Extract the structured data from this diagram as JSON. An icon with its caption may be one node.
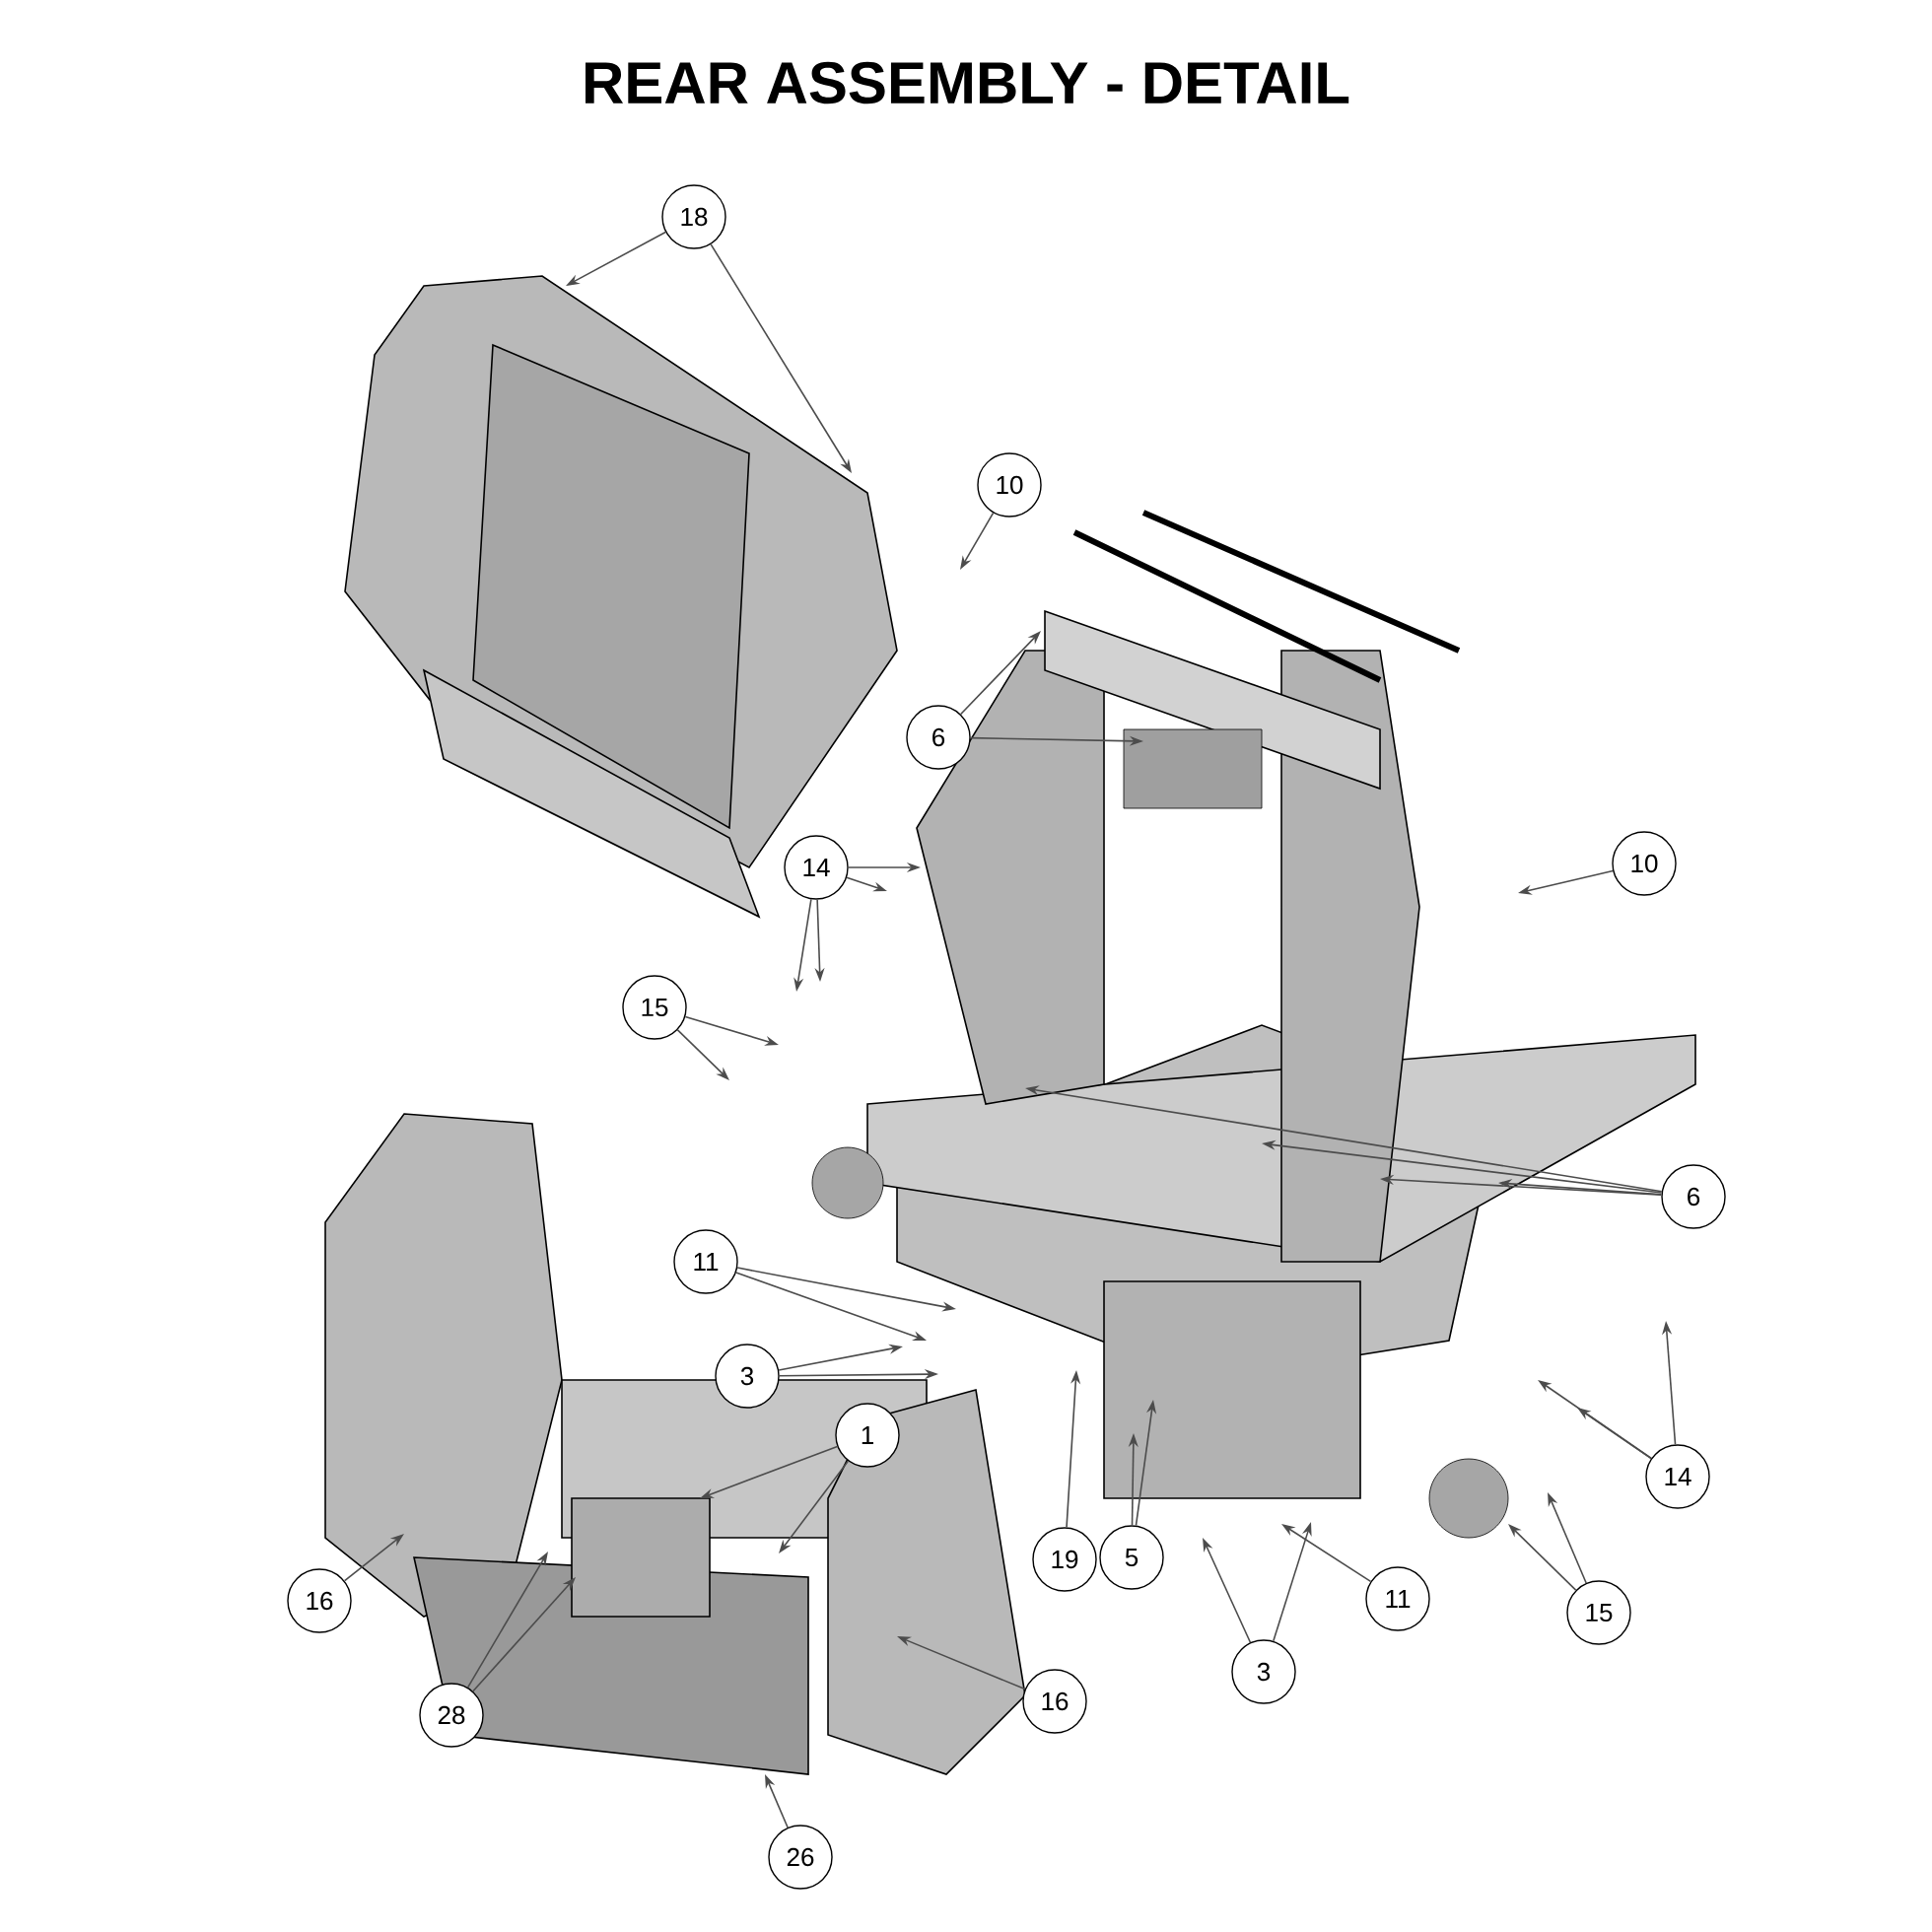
{
  "diagram": {
    "title": "REAR ASSEMBLY - DETAIL",
    "nodes": [
      {
        "text": [
          "18"
        ]
      },
      {
        "text": [
          "10"
        ]
      },
      {
        "text": [
          "6"
        ]
      },
      {
        "text": [
          "10"
        ]
      },
      {
        "text": [
          "14"
        ]
      },
      {
        "text": [
          "15"
        ]
      },
      {
        "text": [
          "6"
        ]
      },
      {
        "text": [
          "11"
        ]
      },
      {
        "text": [
          "3"
        ]
      },
      {
        "text": [
          "1"
        ]
      },
      {
        "text": [
          "14"
        ]
      },
      {
        "text": [
          "19"
        ]
      },
      {
        "text": [
          "5"
        ]
      },
      {
        "text": [
          "11"
        ]
      },
      {
        "text": [
          "16"
        ]
      },
      {
        "text": [
          "15"
        ]
      },
      {
        "text": [
          "3"
        ]
      },
      {
        "text": [
          "28"
        ]
      },
      {
        "text": [
          "16"
        ]
      },
      {
        "text": [
          "26"
        ]
      }
    ],
    "edges": [
      {
        "from": 0,
        "to": null,
        "arrow": "to"
      },
      {
        "from": 0,
        "to": null,
        "arrow": "to"
      },
      {
        "from": 1,
        "to": null,
        "arrow": "to"
      },
      {
        "from": 2,
        "to": null,
        "arrow": "to"
      },
      {
        "from": 2,
        "to": null,
        "arrow": "to"
      },
      {
        "from": 3,
        "to": null,
        "arrow": "to"
      },
      {
        "from": 4,
        "to": null,
        "arrow": "to"
      },
      {
        "from": 4,
        "to": null,
        "arrow": "to"
      },
      {
        "from": 4,
        "to": null,
        "arrow": "to"
      },
      {
        "from": 4,
        "to": null,
        "arrow": "to"
      },
      {
        "from": 5,
        "to": null,
        "arrow": "to"
      },
      {
        "from": 5,
        "to": null,
        "arrow": "to"
      },
      {
        "from": 6,
        "to": null,
        "arrow": "to"
      },
      {
        "from": 6,
        "to": null,
        "arrow": "to"
      },
      {
        "from": 6,
        "to": null,
        "arrow": "to"
      },
      {
        "from": 6,
        "to": null,
        "arrow": "to"
      },
      {
        "from": 7,
        "to": null,
        "arrow": "to"
      },
      {
        "from": 7,
        "to": null,
        "arrow": "to"
      },
      {
        "from": 8,
        "to": null,
        "arrow": "to"
      },
      {
        "from": 8,
        "to": null,
        "arrow": "to"
      },
      {
        "from": 9,
        "to": null,
        "arrow": "to"
      },
      {
        "from": 9,
        "to": null,
        "arrow": "to"
      },
      {
        "from": 10,
        "to": null,
        "arrow": "to"
      },
      {
        "from": 10,
        "to": null,
        "arrow": "to"
      },
      {
        "from": 10,
        "to": null,
        "arrow": "to"
      },
      {
        "from": 11,
        "to": null,
        "arrow": "to"
      },
      {
        "from": 12,
        "to": null,
        "arrow": "to"
      },
      {
        "from": 12,
        "to": null,
        "arrow": "to"
      },
      {
        "from": 13,
        "to": null,
        "arrow": "to"
      },
      {
        "from": 14,
        "to": null,
        "arrow": "to"
      },
      {
        "from": 15,
        "to": null,
        "arrow": "to"
      },
      {
        "from": 15,
        "to": null,
        "arrow": "to"
      },
      {
        "from": 16,
        "to": null,
        "arrow": "to"
      },
      {
        "from": 16,
        "to": null,
        "arrow": "to"
      },
      {
        "from": 17,
        "to": null,
        "arrow": "to"
      },
      {
        "from": 17,
        "to": null,
        "arrow": "to"
      },
      {
        "from": 18,
        "to": null,
        "arrow": "to"
      },
      {
        "from": 19,
        "to": null,
        "arrow": "to"
      }
    ]
  }
}
